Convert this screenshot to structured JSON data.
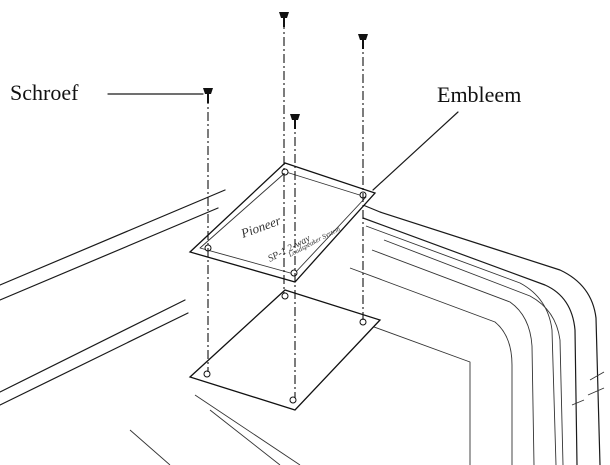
{
  "labels": {
    "screw": "Schroef",
    "emblem": "Embleem"
  },
  "emblem_badge": {
    "brand": "Pioneer",
    "model": "SP-1 2-way",
    "subline": "Loudspeaker System"
  },
  "colors": {
    "ink": "#111111",
    "background": "#ffffff"
  }
}
